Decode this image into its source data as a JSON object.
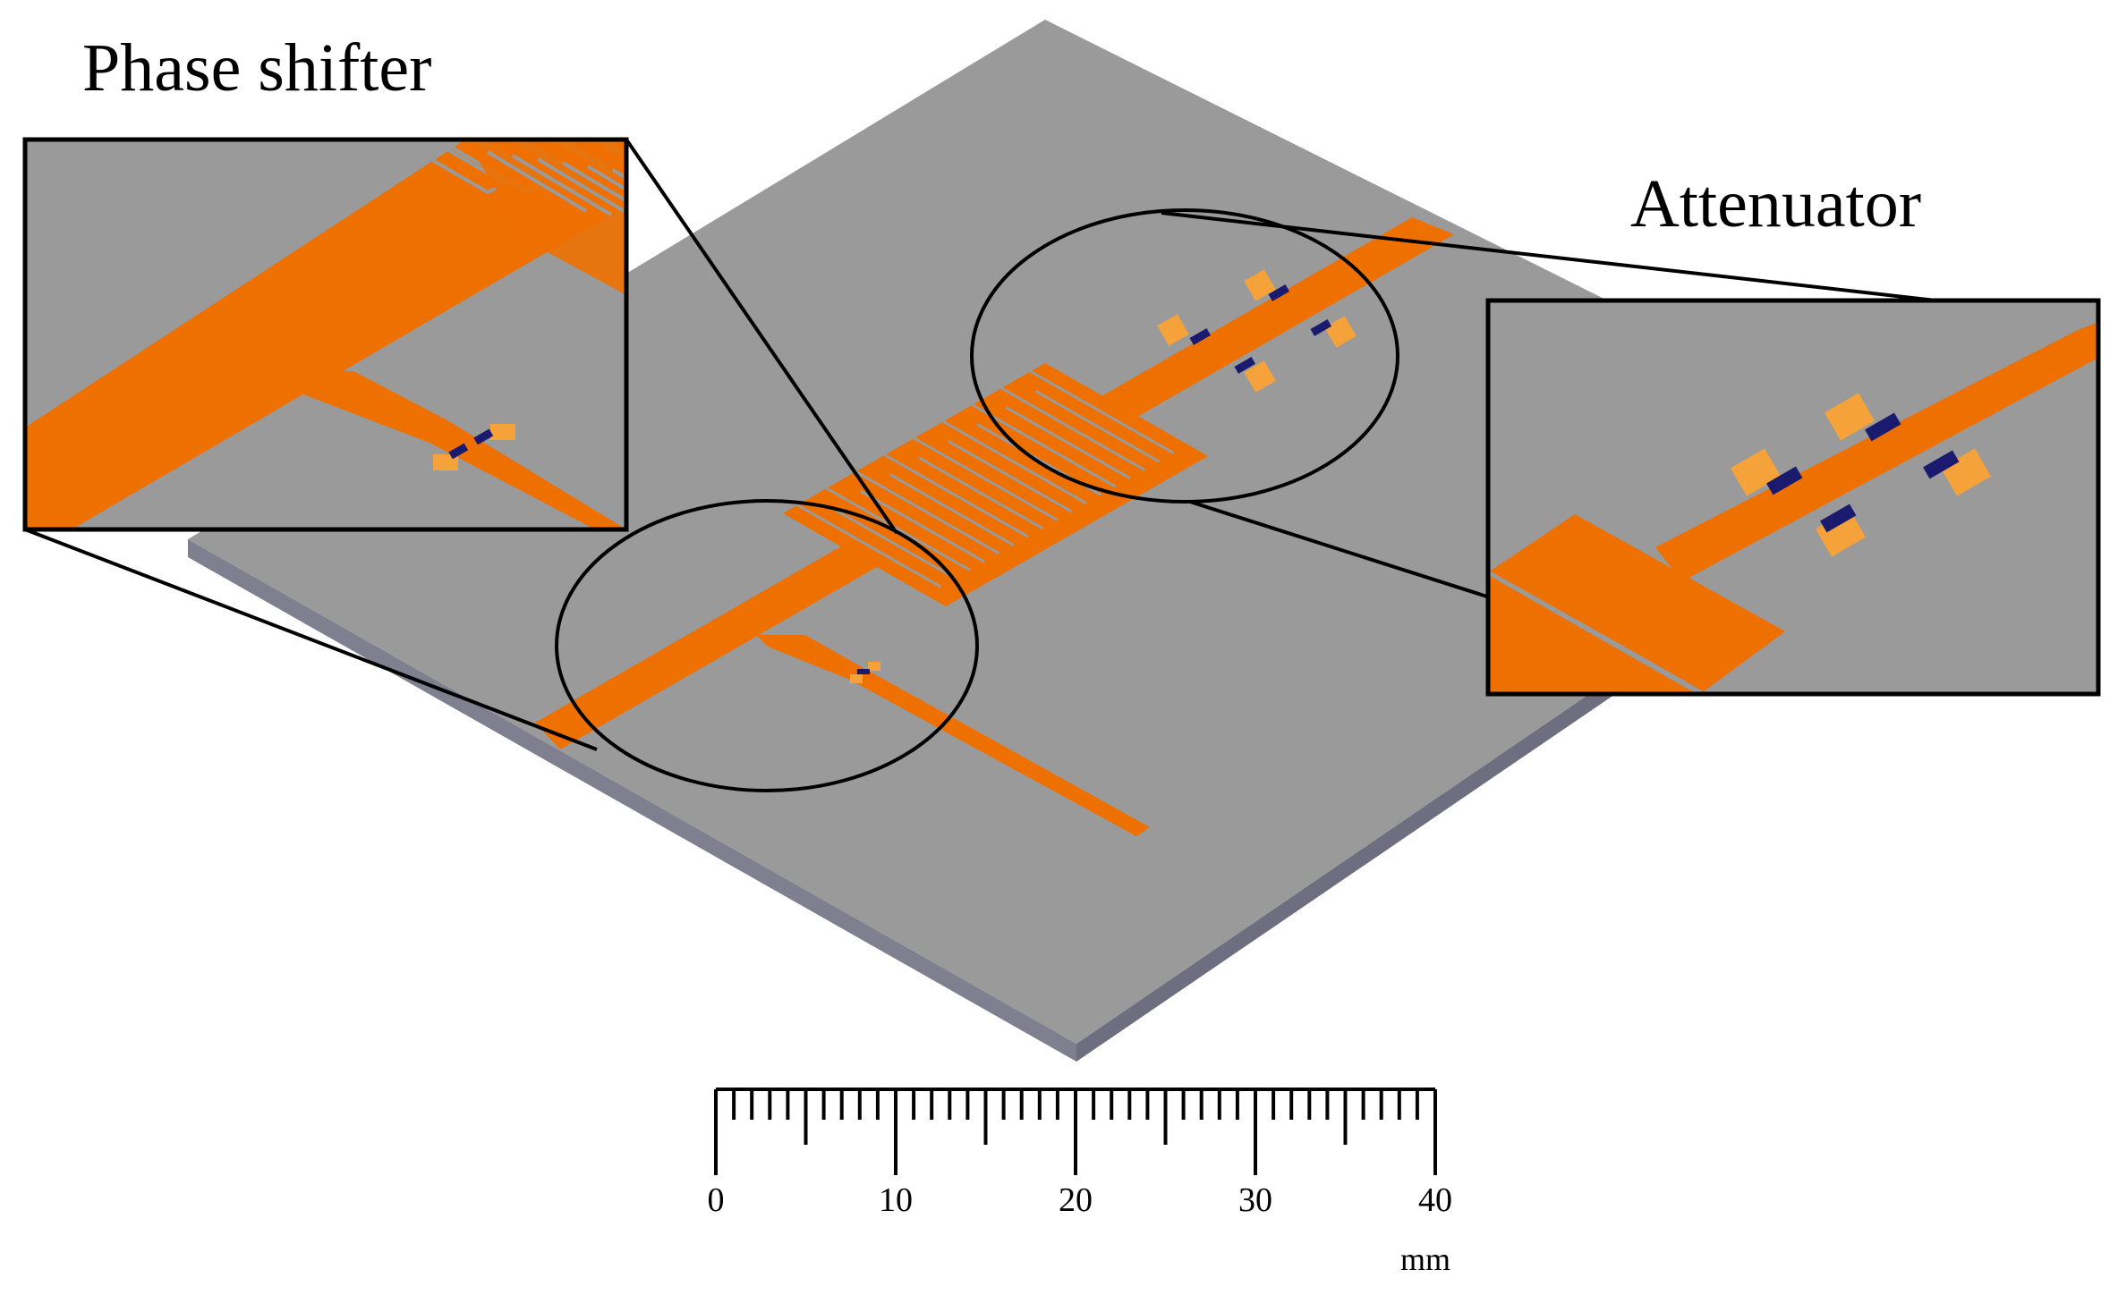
{
  "figure": {
    "labels": {
      "phase_shifter": "Phase shifter",
      "attenuator": "Attenuator"
    },
    "scale_bar": {
      "ticks": [
        "0",
        "10",
        "20",
        "30",
        "40"
      ],
      "min": 0,
      "max": 40,
      "minor_step": 1,
      "unit": "mm"
    },
    "colors": {
      "substrate_top": "#9a9a9a",
      "substrate_side": "#7e7e8e",
      "copper": "#ee7000",
      "pad": "#f5a23a",
      "component": "#1a1a6e",
      "outline": "#000000"
    }
  }
}
